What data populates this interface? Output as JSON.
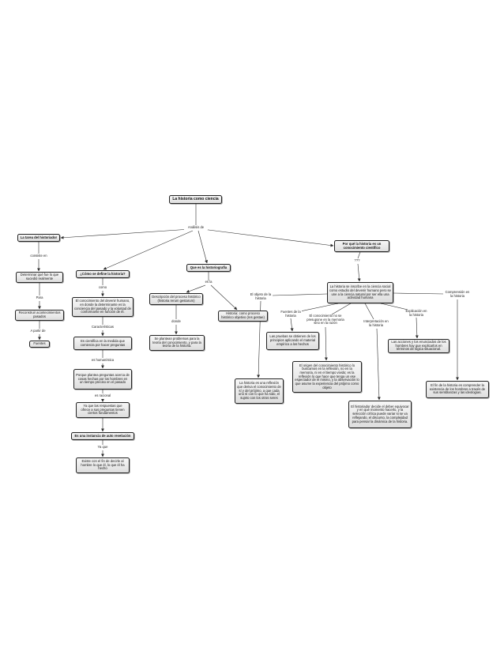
{
  "concepts": {
    "root": "La historia como ciencia",
    "tarea": "La tarea del historiador",
    "determinar": "Determinar qué fue lo que sucedió realmente",
    "reconstruir": "Reconstruir acontecimientos pasados",
    "fuentes": "Fuentes",
    "como_define": "¿Cómo se define la historia?",
    "conocimiento": "El conocimiento del devenir humano, en donde la determinante es la conciencia del pasado y la voluntad de conformarse en función de él.",
    "cientifica": "Es científica en la medida que comienza por hacer preguntas",
    "porque": "Porque plantea preguntas acerca de cosas hechas por los hombres en un tiempo preciso en el pasado",
    "yaque": "Ya que las respuestas que ofrece a sus preguntas tienen ciertos fundamentos",
    "instancia": "Es una instancia de auto revelación",
    "existe": "Existe con el fin de decirle al hombre lo que él, lo que él ha hecho",
    "historiografia": "Que es la historiografía",
    "descripcion": "Descripción del proceso histórico (historia rerum gestarum)",
    "proceso": "Historia: como proceso histórico objetivo (res gestae)",
    "plantean": "Se plantean problemas para la teoría del conocimiento, y para la teoría de la historia.",
    "porque_ciencia": "Por qué la historia es un conocimiento científico",
    "inscribe": "La historia se inscribe en la ciencia social como estudio del devenir humano pero se une a la ciencia natural por ser ella una actividad humana",
    "reflexion": "La historia es una reflexión que deriva el conocimiento de sí y del prójimo, a que cada uno sí con lo que ha sido, el sujeto con los otros seres",
    "pruebas": "Las pruebas se obtienen de los principios aplicando el material empírico a los hechos",
    "origen": "El origen del conocimiento histórico lo buscamos en la reflexión, no en la memoria, ni en el tiempo vivido; es la reflexión lo que hace que tenga un ese espectador de el mismo, y la observación lo que asume la experiencia del prójimo como objeto",
    "decide": "El historiador decide el deber equivocar y en qué momento hacerlo, y la selección crítica puede variar si se va reflejando, el discurso, la complejidad para pensar la dinámica de la historia.",
    "acciones": "Las acciones y los enunciados de los hombres hay que explicarlos en términos de lógica situacional.",
    "fin": "El fin de la historia es comprender la existencia de los hombres a través de sus semblanzas y las ideologías."
  },
  "linking_phrases": {
    "analisis": "Análisis de",
    "consiste": "consiste en",
    "para": "Para",
    "apartir": "A partir de",
    "como": "como",
    "caracteristicas": "Características",
    "humanistica": "es humanística",
    "racional": "es racional",
    "yaque": "Ya que",
    "esla": "es la",
    "donde": "donde",
    "interrog": "???",
    "objeto": "El objeto de la historia",
    "fuentes_hist": "Fuentes de la historia",
    "memoria": "El conocimiento no se presupone en la memoria sino en la razón",
    "interpretacion": "Interpretación en la historia",
    "explicacion": "Explicación en la historia",
    "comprension": "Comprensión en la historia"
  }
}
